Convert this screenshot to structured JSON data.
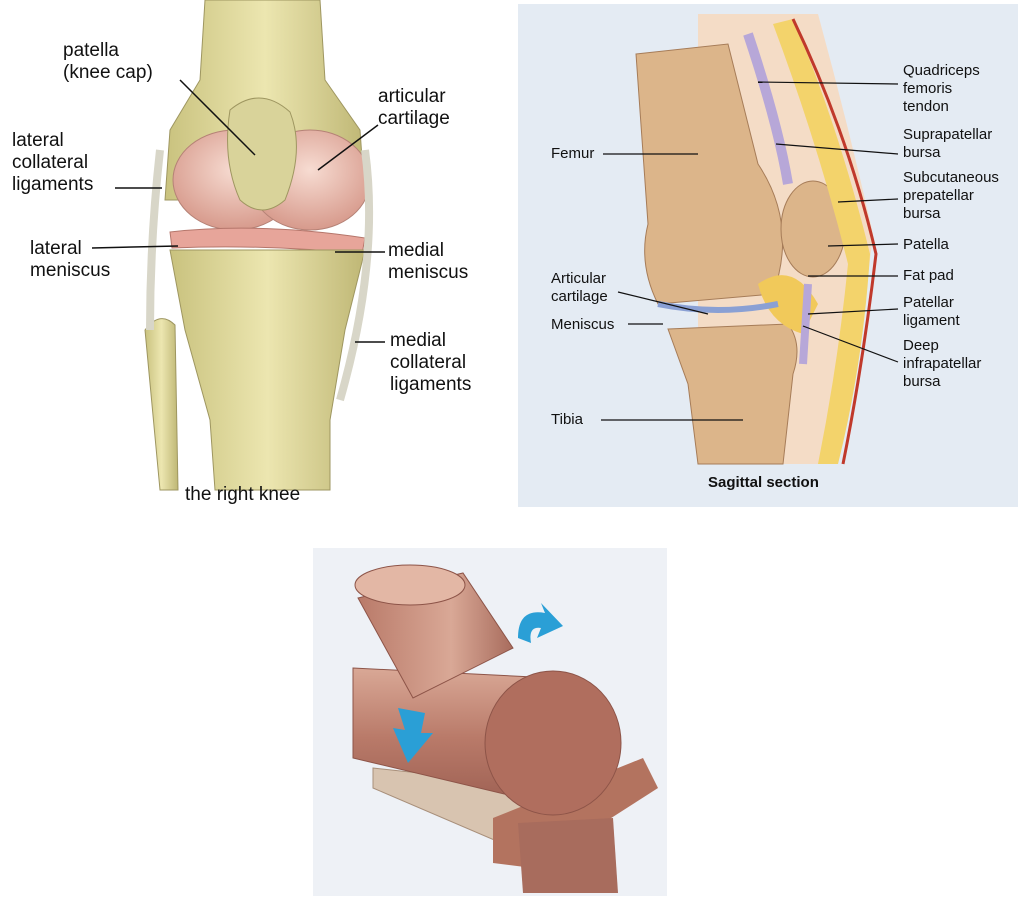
{
  "front": {
    "labels": {
      "patella": "patella\n(knee cap)",
      "articular_cartilage": "articular\ncartilage",
      "lateral_collateral": "lateral\ncollateral\nligaments",
      "lateral_meniscus": "lateral\nmeniscus",
      "medial_meniscus": "medial\nmeniscus",
      "medial_collateral": "medial\ncollateral\nligaments"
    },
    "caption": "the right knee"
  },
  "sagittal": {
    "labels": {
      "quadriceps": "Quadriceps\nfemoris\ntendon",
      "suprapatellar": "Suprapatellar\nbursa",
      "subcutaneous": "Subcutaneous\nprepatellar\nbursa",
      "patella": "Patella",
      "fat_pad": "Fat pad",
      "patellar_ligament": "Patellar\nligament",
      "deep_infrapatellar": "Deep\ninfrapatellar\nbursa",
      "femur": "Femur",
      "articular_cartilage": "Articular\ncartilage",
      "meniscus": "Meniscus",
      "tibia": "Tibia"
    },
    "caption": "Sagittal section"
  },
  "model": {
    "arrow_color": "#2a9fd6"
  }
}
